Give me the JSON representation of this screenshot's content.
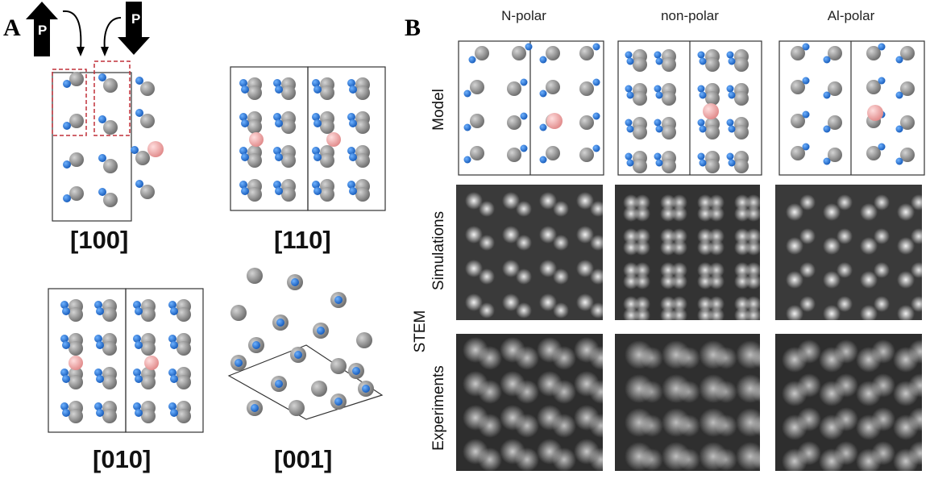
{
  "panels": {
    "a": "A",
    "b": "B"
  },
  "arrow_label": "P",
  "directions": [
    "[100]",
    "[110]",
    "[010]",
    "[001]"
  ],
  "columns": [
    "N-polar",
    "non-polar",
    "Al-polar"
  ],
  "rows": {
    "model": "Model",
    "simulations": "Simulations",
    "stem": "STEM",
    "experiments": "Experiments"
  },
  "colors": {
    "atom_gray": "#8a8a8a",
    "atom_blue": "#1e73d8",
    "dopant_pink": "#f2a3a3",
    "highlight_dash": "#c0303a"
  }
}
